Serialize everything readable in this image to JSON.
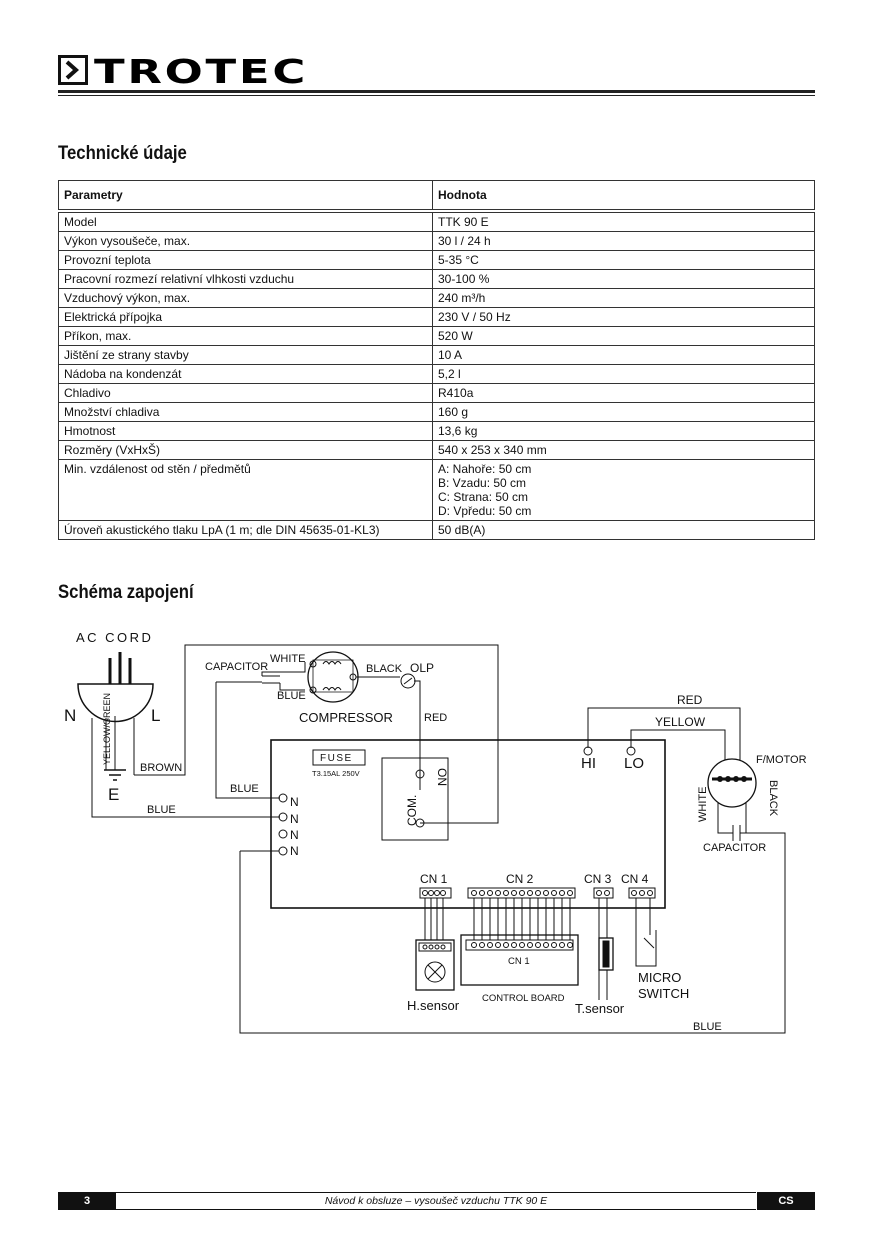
{
  "header": {
    "brand": "TROTEC"
  },
  "section_tech_title": "Technické údaje",
  "table": {
    "headers": [
      "Parametry",
      "Hodnota"
    ],
    "rows": [
      {
        "param": "Model",
        "value": "TTK 90 E"
      },
      {
        "param": "Výkon vysoušeče, max.",
        "value": "30 l / 24 h"
      },
      {
        "param": "Provozní teplota",
        "value": "5-35 °C"
      },
      {
        "param": "Pracovní rozmezí relativní vlhkosti vzduchu",
        "value": "30-100 %"
      },
      {
        "param": "Vzduchový výkon, max.",
        "value": "240 m³/h"
      },
      {
        "param": "Elektrická přípojka",
        "value": "230 V / 50 Hz"
      },
      {
        "param": "Příkon, max.",
        "value": "520 W"
      },
      {
        "param": "Jištění ze strany stavby",
        "value": "10 A"
      },
      {
        "param": "Nádoba na kondenzát",
        "value": "5,2 l"
      },
      {
        "param": "Chladivo",
        "value": "R410a"
      },
      {
        "param": "Množství chladiva",
        "value": "160 g"
      },
      {
        "param": "Hmotnost",
        "value": "13,6 kg"
      },
      {
        "param": "Rozměry (VxHxŠ)",
        "value": "540 x 253 x 340 mm"
      },
      {
        "param": "Min. vzdálenost od stěn / předmětů",
        "values": [
          "A: Nahoře: 50 cm",
          "B: Vzadu: 50 cm",
          "C: Strana: 50 cm",
          "D: Vpředu: 50 cm"
        ]
      },
      {
        "param": "Úroveň akustického tlaku LpA (1 m; dle DIN 45635-01-KL3)",
        "value": "50 dB(A)"
      }
    ]
  },
  "section_schema_title": "Schéma zapojení",
  "diagram": {
    "ac_cord": "AC CORD",
    "n": "N",
    "l": "L",
    "e": "E",
    "yellow_green": "YELLOW/GREEN",
    "brown": "BROWN",
    "blue": "BLUE",
    "capacitor": "CAPACITOR",
    "white": "WHITE",
    "black": "BLACK",
    "olp": "OLP",
    "compressor": "COMPRESSOR",
    "red": "RED",
    "yellow": "YELLOW",
    "fuse": "FUSE",
    "fuse_rating": "T3.15AL 250V",
    "on": "ON",
    "com": "COM.",
    "hi": "HI",
    "lo": "LO",
    "fmotor": "F/MOTOR",
    "cn1": "CN 1",
    "cn2": "CN 2",
    "cn3": "CN 3",
    "cn4": "CN 4",
    "control_board": "CONTROL BOARD",
    "h_sensor": "H.sensor",
    "t_sensor": "T.sensor",
    "micro": "MICRO",
    "switch": "SWITCH"
  },
  "footer": {
    "page": "3",
    "title": "Návod k obsluze – vysoušeč vzduchu TTK 90 E",
    "lang": "CS"
  }
}
